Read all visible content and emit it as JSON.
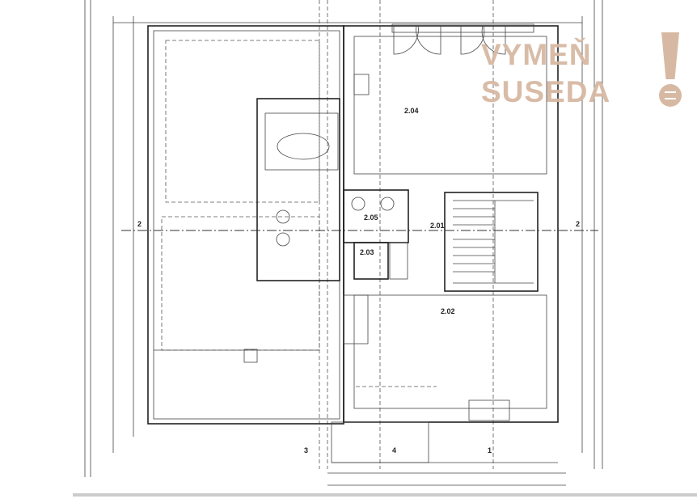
{
  "rooms": [
    {
      "id": "2.04"
    },
    {
      "id": "2.05"
    },
    {
      "id": "2.03"
    },
    {
      "id": "2.01"
    },
    {
      "id": "2.02"
    }
  ],
  "section_marks": {
    "left": "2",
    "right": "2",
    "bottom_left": "3",
    "bottom_mid": "4",
    "bottom_right": "1"
  },
  "watermark": {
    "line1": "VYMEŇ",
    "line2": "SUSEDA"
  }
}
